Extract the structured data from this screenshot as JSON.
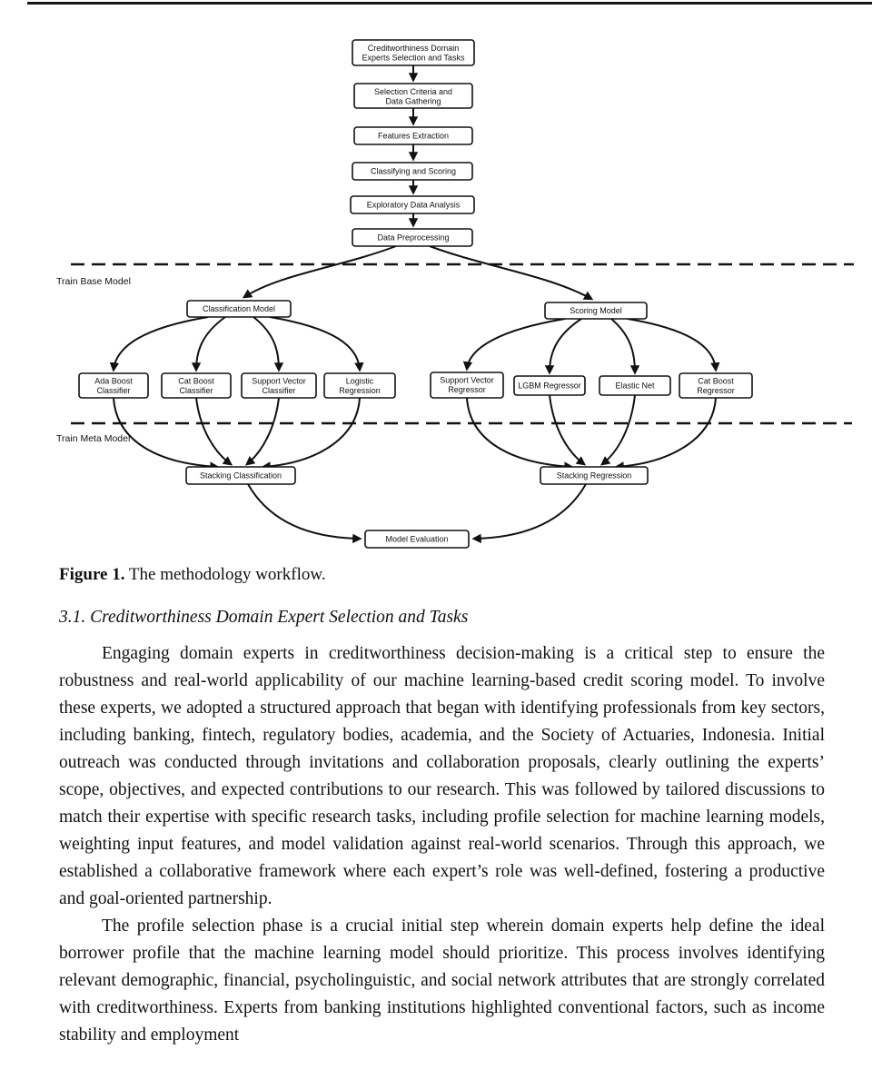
{
  "figure": {
    "caption_label": "Figure 1.",
    "caption_text": "The methodology workflow.",
    "lanes": {
      "base": "Train Base Model",
      "meta": "Train Meta Model"
    },
    "nodes": {
      "expert_l1": "Creditworthiness Domain",
      "expert_l2": "Experts Selection and Tasks",
      "criteria_l1": "Selection Criteria and",
      "criteria_l2": "Data Gathering",
      "features": "Features Extraction",
      "classify_score": "Classifying and Scoring",
      "eda": "Exploratory Data Analysis",
      "preprocess": "Data Preprocessing",
      "classification_model": "Classification Model",
      "scoring_model": "Scoring Model",
      "ada_l1": "Ada Boost",
      "ada_l2": "Classifier",
      "catc_l1": "Cat Boost",
      "catc_l2": "Classifier",
      "svc_l1": "Support Vector",
      "svc_l2": "Classifier",
      "logr_l1": "Logistic",
      "logr_l2": "Regression",
      "svr_l1": "Support Vector",
      "svr_l2": "Regressor",
      "lgbm": "LGBM Regressor",
      "enet": "Elastic Net",
      "catr_l1": "Cat Boost",
      "catr_l2": "Regressor",
      "stack_class": "Stacking Classification",
      "stack_reg": "Stacking Regression",
      "model_eval": "Model Evaluation"
    }
  },
  "section": {
    "heading": "3.1. Creditworthiness Domain Expert Selection and Tasks"
  },
  "body": {
    "para1": "Engaging domain experts in creditworthiness decision-making is a critical step to ensure the robustness and real-world applicability of our machine learning-based credit scoring model. To involve these experts, we adopted a structured approach that began with identifying professionals from key sectors, including banking, fintech, regulatory bodies, academia, and the Society of Actuaries, Indonesia. Initial outreach was conducted through invitations and collaboration proposals, clearly outlining the experts’ scope, objectives, and expected contributions to our research. This was followed by tailored discussions to match their expertise with specific research tasks, including profile selection for machine learning models, weighting input features, and model validation against real-world scenarios. Through this approach, we established a collaborative framework where each expert’s role was well-defined, fostering a productive and goal-oriented partnership.",
    "para2": "The profile selection phase is a crucial initial step wherein domain experts help define the ideal borrower profile that the machine learning model should prioritize. This process involves identifying relevant demographic, financial, psycholinguistic, and social network attributes that are strongly correlated with creditworthiness. Experts from banking institutions highlighted conventional factors, such as income stability and employment"
  }
}
